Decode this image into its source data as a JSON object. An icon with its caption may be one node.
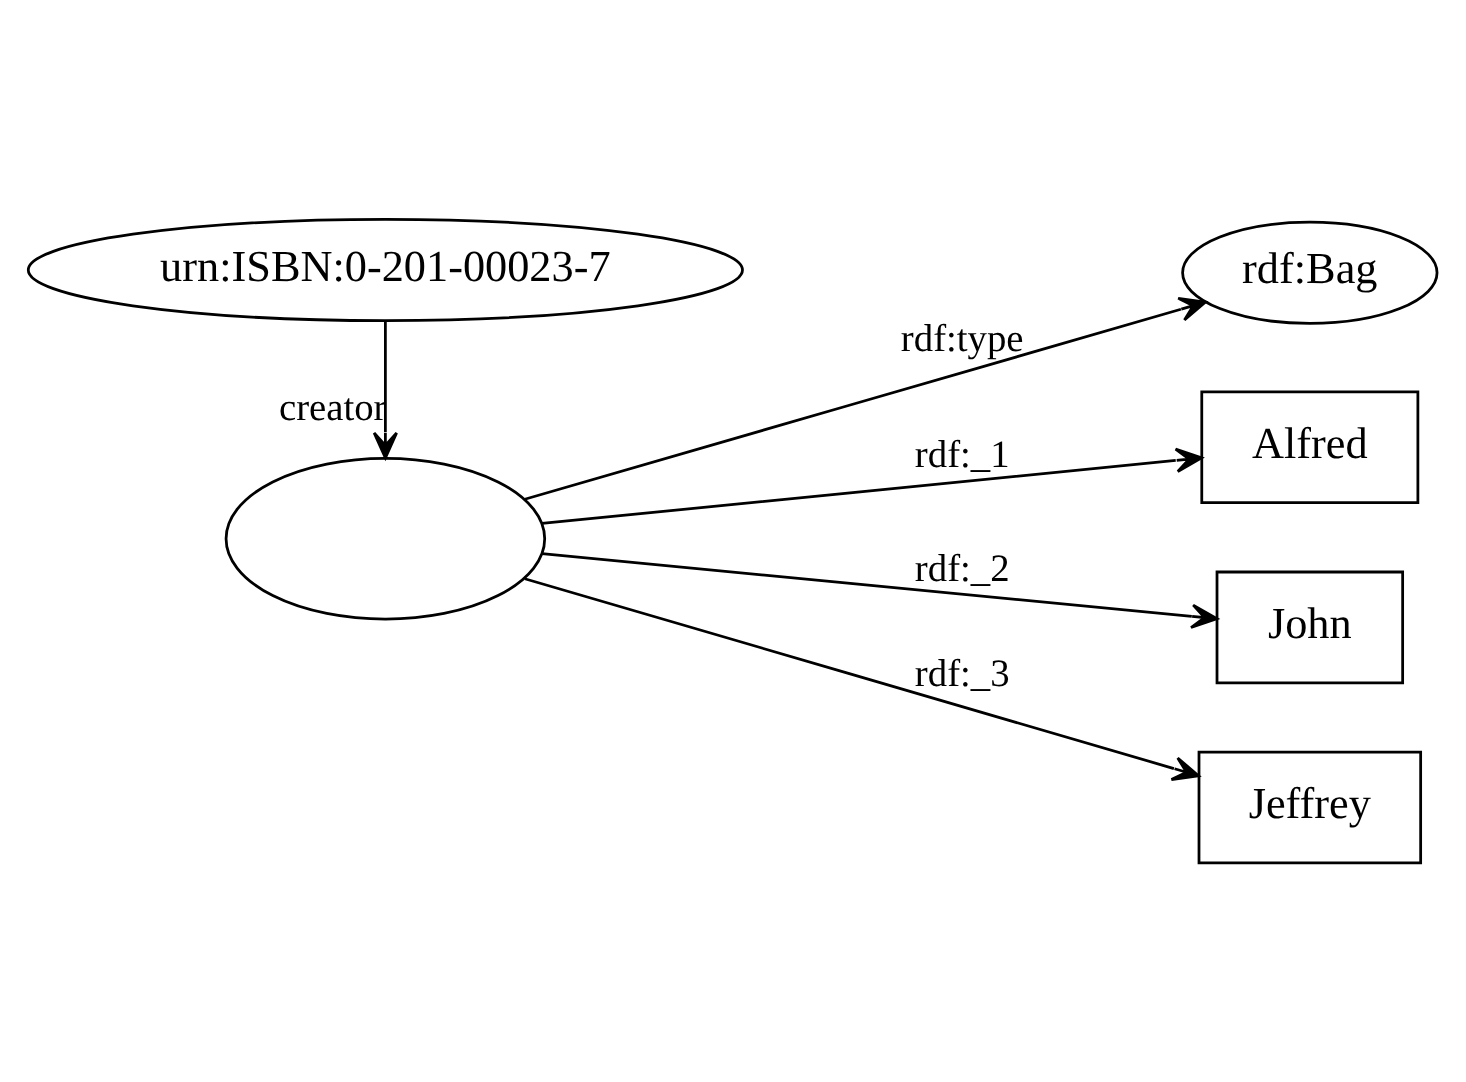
{
  "diagram": {
    "nodes": [
      {
        "text": [
          "urn:ISBN:0-201-00023-7"
        ]
      },
      {
        "text": [],
        "shape": "ellipse"
      },
      {
        "text": [
          "rdf:Bag"
        ]
      },
      {
        "text": [
          "Alfred"
        ]
      },
      {
        "text": [
          "John"
        ]
      },
      {
        "text": [
          "Jeffrey"
        ]
      }
    ],
    "edges": [
      {
        "from": 0,
        "to": 1,
        "arrow": "to",
        "label": "creator"
      },
      {
        "from": 1,
        "to": 2,
        "arrow": "to",
        "label": "rdf:type"
      },
      {
        "from": 1,
        "to": 3,
        "arrow": "to",
        "label": "rdf:_1"
      },
      {
        "from": 1,
        "to": 4,
        "arrow": "to",
        "label": "rdf:_2"
      },
      {
        "from": 1,
        "to": 5,
        "arrow": "to",
        "label": "rdf:_3"
      }
    ]
  }
}
